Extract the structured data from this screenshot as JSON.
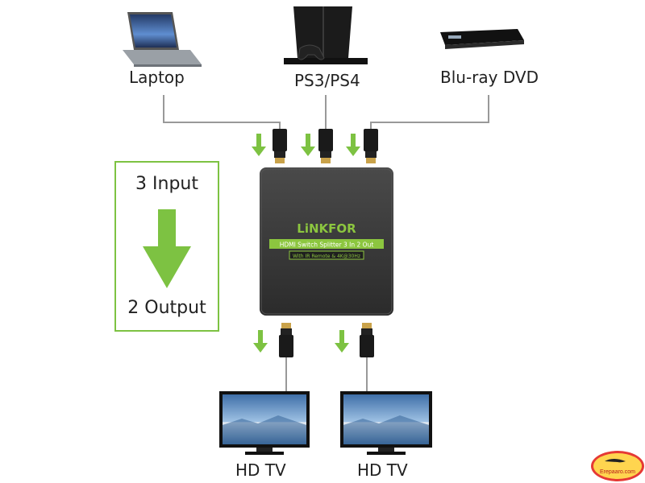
{
  "sources": [
    {
      "label": "Laptop",
      "icon": "laptop-icon"
    },
    {
      "label": "PS3/PS4",
      "icon": "game-console-icon"
    },
    {
      "label": "Blu-ray DVD",
      "icon": "bluray-player-icon"
    }
  ],
  "outputs": [
    {
      "label": "HD TV",
      "icon": "tv-icon"
    },
    {
      "label": "HD TV",
      "icon": "tv-icon"
    }
  ],
  "io_box": {
    "input_text": "3 Input",
    "output_text": "2 Output"
  },
  "device": {
    "brand": "LiNKFOR",
    "model_line": "HDMI Switch Splitter 3 In 2 Out",
    "feature_line": "With IR Remote & 4K@30Hz"
  },
  "watermark": {
    "text": "Erepaaro.com"
  },
  "colors": {
    "accent": "#7dc242",
    "cable": "#999999",
    "device": "#3a3a3a",
    "brand_text": "#8cc63f"
  }
}
